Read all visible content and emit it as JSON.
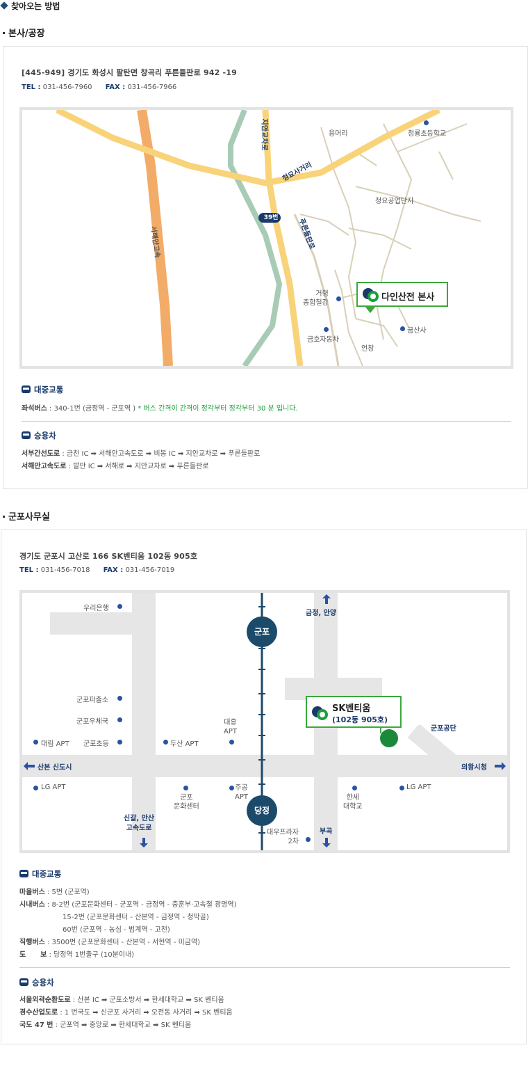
{
  "page_title": "찾아오는 방법",
  "hq": {
    "title": "본사/공장",
    "address": "[445-949] 경기도 화성시 팔탄면 창곡리 푸른들판로 942 -19",
    "tel_label": "TEL :",
    "tel": "031-456-7960",
    "fax_label": "FAX :",
    "fax": "031-456-7966",
    "map": {
      "labels": {
        "yongmeori": "용머리",
        "school": "청룡초등학교",
        "cheongyo": "청요사거리",
        "industrial": "청요공업단지",
        "jiangyocharo": "지안교차로",
        "pureundeul": "푸른들판로",
        "seohae": "서해안고속",
        "route39": "39번",
        "georyeong": "거령\n종합철강",
        "geumho": "금호자동차",
        "eonchang": "언창",
        "geumsan": "금산사",
        "company": "다인산전 본사"
      }
    },
    "transit": {
      "public_title": "대중교통",
      "bus_label": "좌석버스",
      "bus_text": " : 340-1번 (금정역 - 군포역 )",
      "bus_note": " * 버스 간격이 간격이 정각부터 정각부터 30 분 입니다.",
      "car_title": "승용차",
      "routes": [
        {
          "label": "서부간선도로",
          "text": " : 금천 IC ➡ 서해안고속도로 ➡ 비봉 IC ➡ 지안교차로 ➡ 푸른들판로"
        },
        {
          "label": "서해안고속도로",
          "text": " : 발안 IC ➡ 서해로 ➡ 지안교차로 ➡ 푸른들판로"
        }
      ]
    }
  },
  "gunpo": {
    "title": "군포사무실",
    "address": "경기도 군포시 고산로 166 SK벤티움 102동 905호",
    "tel_label": "TEL :",
    "tel": "031-456-7018",
    "fax_label": "FAX :",
    "fax": "031-456-7019",
    "map": {
      "labels": {
        "woori": "우리은행",
        "gunpo_station": "군포",
        "geumjeong_anyang": "금정, 안양",
        "gunpo_police": "군포파출소",
        "gunpo_post": "군포우체국",
        "daerim": "대림 APT",
        "gunpo_elem": "군포초등",
        "doosan": "두산 APT",
        "daeheung": "대흥\nAPT",
        "sk": "SK벤티움",
        "sk_sub": "(102동 905호)",
        "gunpo_gongdan": "군포공단",
        "sanbon": "산본 신도시",
        "uiwang": "의왕시청",
        "lg_left": "LG APT",
        "culture": "군포\n문화센터",
        "jugong": "주공\nAPT",
        "dangjeong": "당정",
        "hanse": "한세\n대학교",
        "lg_right": "LG APT",
        "singal": "신갈, 안산\n고속도로",
        "daewoo": "대우프라자\n2차",
        "bugok": "부곡"
      }
    },
    "transit": {
      "public_title": "대중교통",
      "lines": [
        {
          "label": "마을버스",
          "text": " : 5번 (군포역)"
        },
        {
          "label": "시내버스",
          "text": " : 8-2번 (군포문화센터 - 군포역 - 금정역 - 충훈부·고속철 광명역)"
        },
        {
          "label": "",
          "text": "15-2번 (군포문화센터 - 산본역 - 금정역 -  청막골)"
        },
        {
          "label": "",
          "text": "60번 (군포역 - 농심 - 범계역 -  고천)"
        },
        {
          "label": "직행버스",
          "text": " : 3500번 (군포문화센터 - 산본역 - 서현역 - 미금역)"
        },
        {
          "label": "도      보",
          "text": " : 당정역 1번출구 (10분이내)"
        }
      ],
      "car_title": "승용차",
      "routes": [
        {
          "label": "서울외곽순환도로",
          "text": " : 산본 IC ➡ 군포소방서 ➡ 한세대학교 ➡ SK 벤티움"
        },
        {
          "label": "경수산업도로",
          "text": " : 1 번국도 ➡ 신군포 사거리 ➡ 오전동 사거리 ➡ SK 벤티움"
        },
        {
          "label": "국도 47 번",
          "text": " : 군포역 ➡ 중앙로 ➡ 한세대학교 ➡ SK 벤티움"
        }
      ]
    }
  }
}
